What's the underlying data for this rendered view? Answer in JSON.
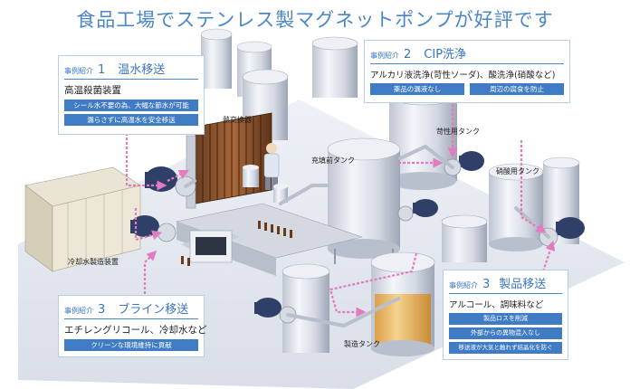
{
  "title": "食品工場でステンレス製マグネットポンプが好評です",
  "cases": [
    {
      "prefix": "事例紹介",
      "number": "1",
      "heading": "温水移送",
      "subtitle": "高温殺菌装置",
      "tags": [
        "シール水不要の為、大幅な節水が可能",
        "漏らさずに高温水を安全移送"
      ]
    },
    {
      "prefix": "事例紹介",
      "number": "2",
      "heading": "CIP洗浄",
      "subtitle": "アルカリ液洗浄(苛性ソーダ)、酸洗浄(硝酸など)",
      "tags": [
        "薬品の漏液なし",
        "周辺の腐食を防止"
      ]
    },
    {
      "prefix": "事例紹介",
      "number": "3",
      "heading": "ブライン移送",
      "subtitle": "エチレングリコール、冷却水など",
      "tags": [
        "クリーンな環境維持に貢献"
      ]
    },
    {
      "prefix": "事例紹介",
      "number": "3",
      "heading": "製品移送",
      "subtitle": "アルコール、調味料など",
      "tags": [
        "製品ロスを削減",
        "外部からの異物混入なし",
        "移送液が大気と触れず結晶化を防ぐ"
      ]
    }
  ],
  "labels": {
    "heat_exchanger": "熱交換器",
    "pre_fill_tank": "充填前タンク",
    "caustic_tank": "苛性用タンク",
    "nitric_tank": "硝酸用タンク",
    "chiller": "冷却水製造装置",
    "production_tank": "製造タンク"
  },
  "colors": {
    "accent": "#3f7cc4",
    "title": "#4a86c8",
    "pipe_flow": "#e37bc0",
    "pump_motor": "#2f3f68",
    "steel": "#d7dbe4",
    "floor": "#e6eaf1"
  }
}
